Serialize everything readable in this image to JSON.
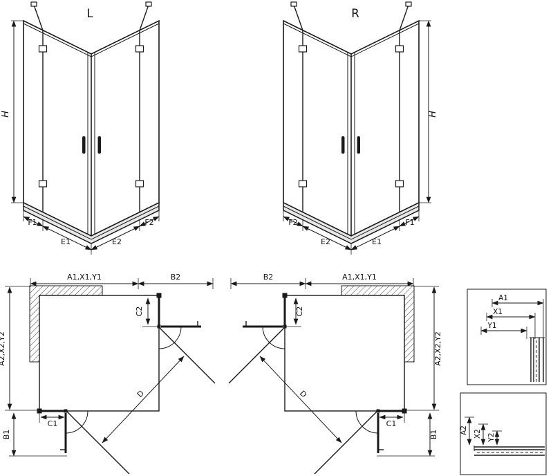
{
  "perspective_left": {
    "label": "L",
    "height_label": "H",
    "bottom_dims": [
      "F1",
      "E1",
      "E2",
      "F2"
    ]
  },
  "perspective_right": {
    "label": "R",
    "height_label": "H",
    "bottom_dims": [
      "F2",
      "E2",
      "E1",
      "F1"
    ]
  },
  "plan_left": {
    "top_left": "A1,X1,Y1",
    "top_right": "B2",
    "side": "A2,X2,Y2",
    "side_bottom": "B1",
    "fixed_bottom": "C1",
    "fixed_side": "C2",
    "diagonal": "D"
  },
  "plan_right": {
    "top_left": "B2",
    "top_right": "A1,X1,Y1",
    "side": "A2,X2,Y2",
    "side_bottom": "B1",
    "fixed_bottom": "C1",
    "fixed_side": "C2",
    "diagonal": "D"
  },
  "detail_upper": {
    "dims": [
      "A1",
      "X1",
      "Y1"
    ]
  },
  "detail_lower": {
    "dims": [
      "A2",
      "X2",
      "Y2"
    ]
  }
}
